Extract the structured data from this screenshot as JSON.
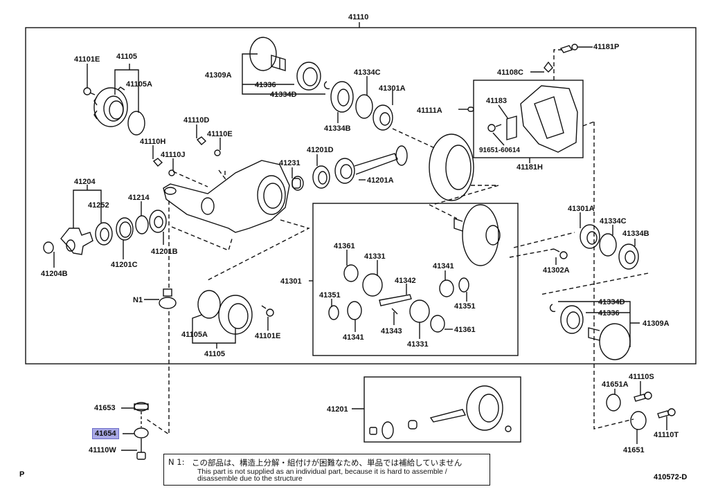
{
  "diagram": {
    "title_part": "41110",
    "figure_number": "410572-D",
    "page_marker": "P",
    "highlighted_part": "41654",
    "highlight_color": "#a9a9e6",
    "labels": {
      "p41110": "41110",
      "p41101E_top": "41101E",
      "p41105_top": "41105",
      "p41105A_top": "41105A",
      "p41309A_left": "41309A",
      "p41336_left": "41336",
      "p41334D_left": "41334D",
      "p41334C_top": "41334C",
      "p41301A_top": "41301A",
      "p41334B_top": "41334B",
      "p41111A": "41111A",
      "p41181P": "41181P",
      "p41108C": "41108C",
      "p41183": "41183",
      "p91651": "91651-60614",
      "p41181H": "41181H",
      "p41110D": "41110D",
      "p41110E": "41110E",
      "p41110H": "41110H",
      "p41110J": "41110J",
      "p41231": "41231",
      "p41201D": "41201D",
      "p41201A": "41201A",
      "p41204": "41204",
      "p41252": "41252",
      "p41214": "41214",
      "p41201B": "41201B",
      "p41201C": "41201C",
      "p41204B": "41204B",
      "pN1": "N1",
      "p41105A_bot": "41105A",
      "p41105_bot": "41105",
      "p41101E_bot": "41101E",
      "p41301": "41301",
      "p41361_a": "41361",
      "p41331_a": "41331",
      "p41342": "41342",
      "p41351_a": "41351",
      "p41341_a": "41341",
      "p41343": "41343",
      "p41331_b": "41331",
      "p41341_b": "41341",
      "p41351_b": "41351",
      "p41361_b": "41361",
      "p41301A_right": "41301A",
      "p41334C_right": "41334C",
      "p41334B_right": "41334B",
      "p41302A": "41302A",
      "p41334D_right": "41334D",
      "p41336_right": "41336",
      "p41309A_right": "41309A",
      "p41201_kit": "41201",
      "p41653": "41653",
      "p41654": "41654",
      "p41110W": "41110W",
      "p41651A": "41651A",
      "p41110S": "41110S",
      "p41651": "41651",
      "p41110T": "41110T"
    },
    "note": {
      "marker": "N 1:",
      "japanese": "この部品は、構造上分解・組付けが困難なため、単品では補給していません",
      "english": "This part is not supplied as an individual part, because it is hard to assemble / disassemble due to the structure"
    }
  }
}
